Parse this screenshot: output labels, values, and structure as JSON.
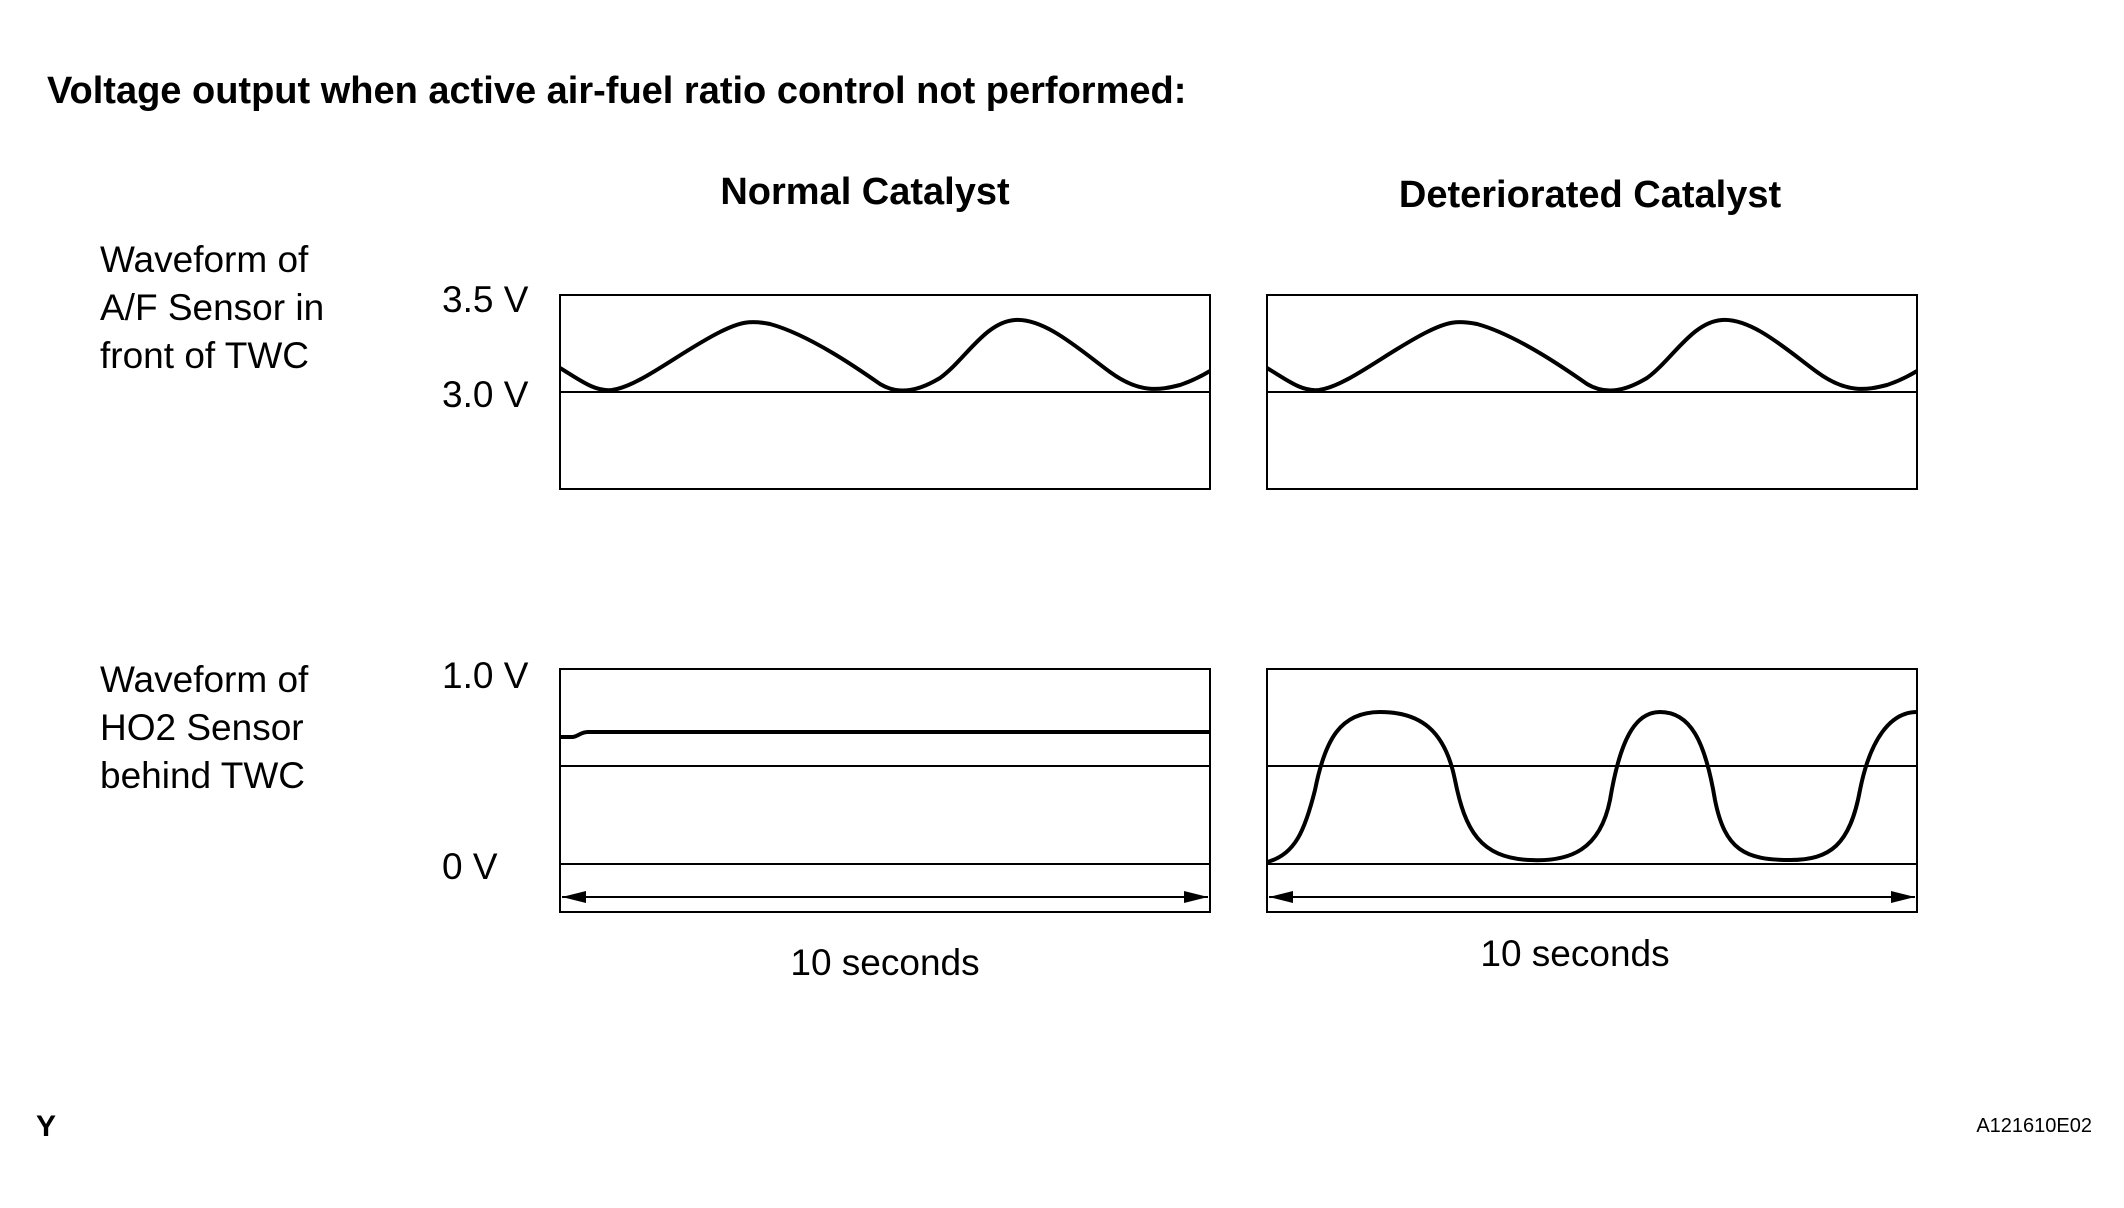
{
  "title": "Voltage output when active air-fuel ratio control not performed:",
  "columns": {
    "normal": "Normal Catalyst",
    "deteriorated": "Deteriorated Catalyst"
  },
  "rows": {
    "af": {
      "label_lines": [
        "Waveform of",
        "A/F Sensor in",
        "front of TWC"
      ],
      "tick_top": "3.5 V",
      "tick_mid": "3.0 V"
    },
    "ho2": {
      "label_lines": [
        "Waveform of",
        "HO2 Sensor",
        "behind TWC"
      ],
      "tick_top": "1.0 V",
      "tick_bottom": "0 V"
    }
  },
  "time_labels": {
    "normal": "10 seconds",
    "deteriorated": "10 seconds"
  },
  "footer": {
    "left_mark": "Y",
    "figure_id": "A121610E02"
  },
  "colors": {
    "line": "#000000",
    "background": "#ffffff"
  }
}
